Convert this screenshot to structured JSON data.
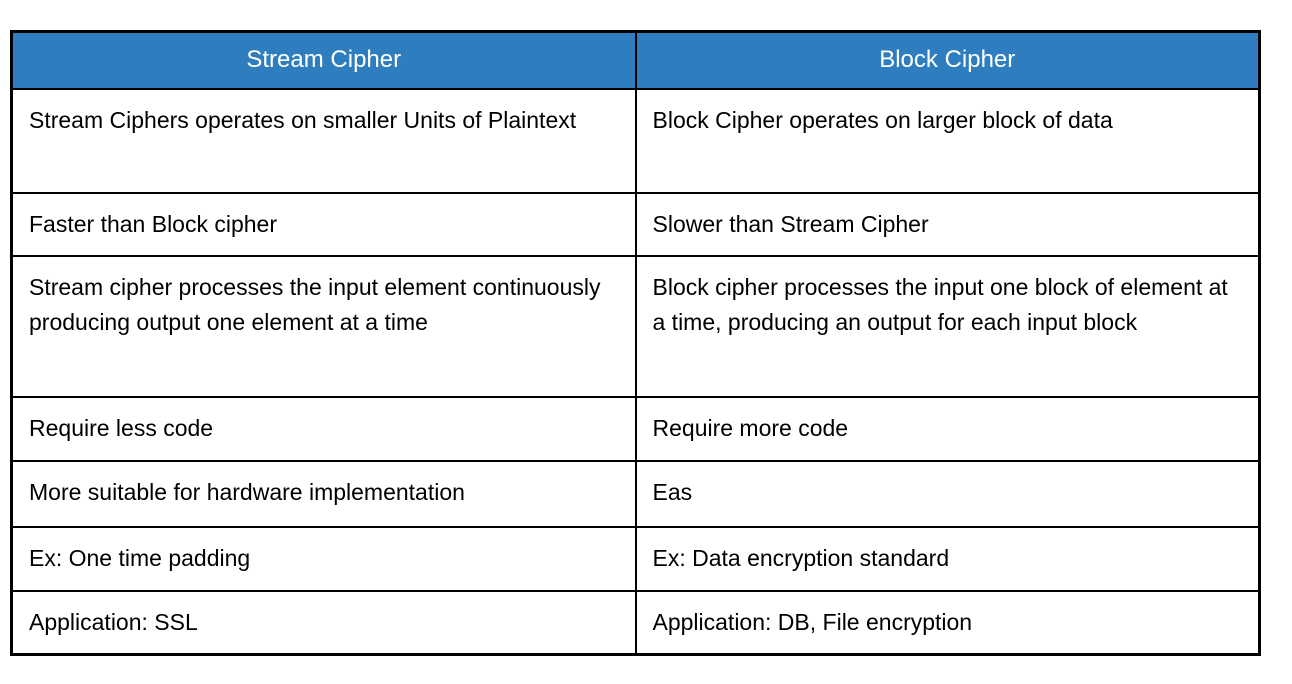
{
  "table": {
    "title": "Stream Cipher vs Block Cipher comparison table",
    "colors": {
      "header_bg": "#2e7ebf",
      "header_text": "#ffffff",
      "body_text": "#000000",
      "border": "#000000",
      "page_bg": "#ffffff"
    },
    "headers": {
      "stream": "Stream Cipher",
      "block": "Block Cipher"
    },
    "rows": [
      {
        "stream": "Stream Ciphers operates on smaller Units of Plaintext",
        "block": "Block Cipher operates on larger block of data"
      },
      {
        "stream": "Faster than Block cipher",
        "block": "Slower than Stream Cipher"
      },
      {
        "stream": "Stream cipher processes the input element continuously producing output one element at a time",
        "block": "Block cipher processes the input one block of element at a time, producing an output for each input block"
      },
      {
        "stream": "Require less code",
        "block": "Require more code"
      },
      {
        "stream": "More suitable for hardware implementation",
        "block": "Eas"
      },
      {
        "stream": "Ex: One time padding",
        "block": "Ex: Data encryption standard"
      },
      {
        "stream": "Application: SSL",
        "block": "Application: DB, File encryption"
      }
    ]
  }
}
